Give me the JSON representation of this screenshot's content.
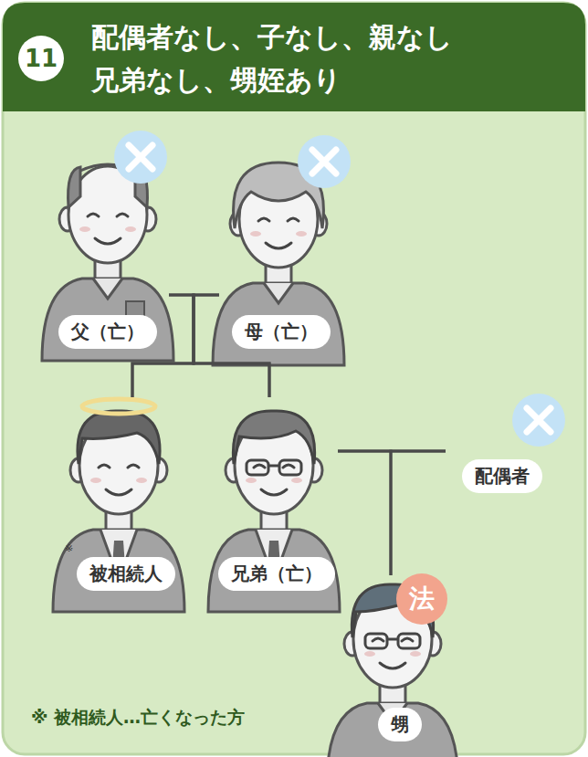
{
  "diagram": {
    "title": "配偶者なし、子なし、親なし 兄弟なし、甥姪あり",
    "nodes": [
      {
        "text": [
          "父（亡）"
        ]
      },
      {
        "text": [
          "母（亡）"
        ]
      },
      {
        "text": [
          "被相続人"
        ]
      },
      {
        "text": [
          "兄弟（亡）"
        ]
      },
      {
        "text": [
          "配偶者"
        ]
      },
      {
        "text": [
          "甥"
        ]
      }
    ],
    "edges": [
      {
        "from": 0,
        "to": 2,
        "arrow": "none"
      },
      {
        "from": 0,
        "to": 3,
        "arrow": "none"
      },
      {
        "from": 1,
        "to": 2,
        "arrow": "none"
      },
      {
        "from": 1,
        "to": 3,
        "arrow": "none"
      },
      {
        "from": 3,
        "to": 4,
        "arrow": "none"
      },
      {
        "from": 3,
        "to": 5,
        "arrow": "none"
      },
      {
        "from": 4,
        "to": 5,
        "arrow": "none"
      }
    ],
    "labels": [
      "11",
      "※",
      "法",
      "※ 被相続人…亡くなった方"
    ]
  }
}
